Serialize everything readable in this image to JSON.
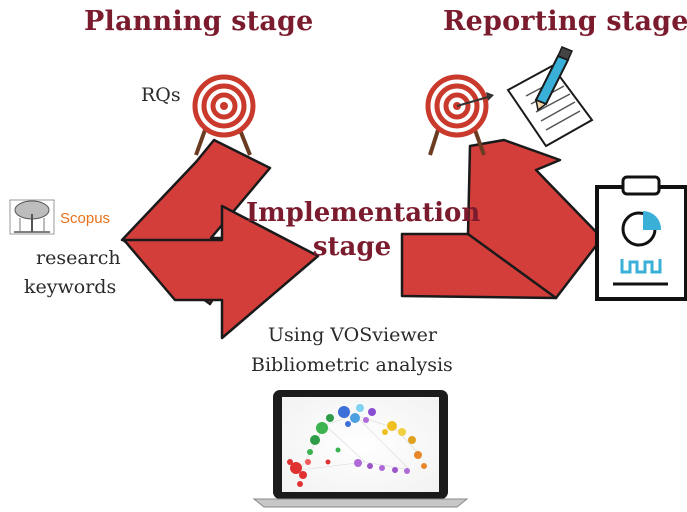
{
  "planning": {
    "title": "Planning stage",
    "rqs_label": "RQs"
  },
  "reporting": {
    "title": "Reporting stage"
  },
  "implementation": {
    "title_line1": "Implementation",
    "title_line2": "stage"
  },
  "left_inputs": {
    "scopus_label": "Scopus",
    "line1": "research",
    "line2": "keywords"
  },
  "tools": {
    "line1": "Using VOSviewer",
    "line2": "Bibliometric analysis"
  },
  "colors": {
    "arrow_red": "#d33d3a",
    "title_maroon": "#7b1c2e",
    "target_red": "#c9392c",
    "scopus_orange": "#e9711c",
    "chart_blue": "#3ab0d8"
  },
  "icons": [
    "target-icon",
    "pencil-icon",
    "paper-icon",
    "clipboard-chart-icon",
    "laptop-icon",
    "elsevier-tree-icon"
  ]
}
